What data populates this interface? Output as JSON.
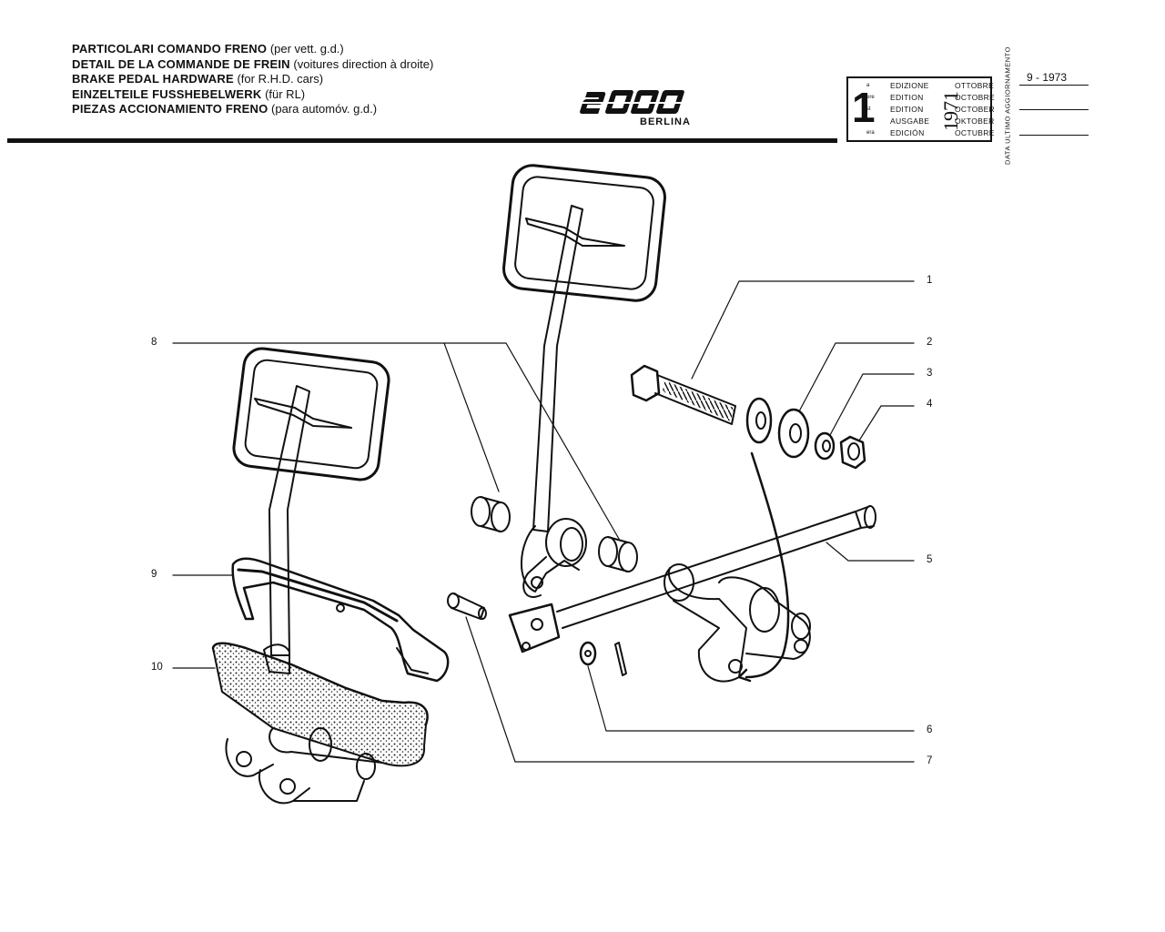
{
  "header": {
    "titles": [
      {
        "bold": "PARTICOLARI COMANDO FRENO",
        "note": "(per vett. g.d.)"
      },
      {
        "bold": "DETAIL DE LA COMMANDE DE FREIN",
        "note": "(voitures direction à droite)"
      },
      {
        "bold": "BRAKE PEDAL HARDWARE",
        "note": "(for R.H.D. cars)"
      },
      {
        "bold": "EINZELTEILE FUSSHEBELWERK",
        "note": "(für RL)"
      },
      {
        "bold": "PIEZAS ACCIONAMIENTO FRENO",
        "note": "(para automóv. g.d.)"
      }
    ],
    "logo_text": "2000",
    "model": "BERLINA"
  },
  "edition": {
    "number": "1",
    "suffixes": [
      "a",
      "ere",
      "st",
      ".",
      "era"
    ],
    "words": [
      "EDIZIONE",
      "EDITION",
      "EDITION",
      "AUSGABE",
      "EDICIÓN"
    ],
    "year": "1971",
    "months": [
      "OTTOBRE",
      "OCTOBRE",
      "OCTOBER",
      "OKTOBER",
      "OCTUBRE"
    ],
    "update_label": "DATA ULTIMO AGGIORNAMENTO",
    "update_date": "9 - 1973"
  },
  "callouts": [
    "1",
    "2",
    "3",
    "4",
    "5",
    "6",
    "7",
    "8",
    "9",
    "10"
  ]
}
